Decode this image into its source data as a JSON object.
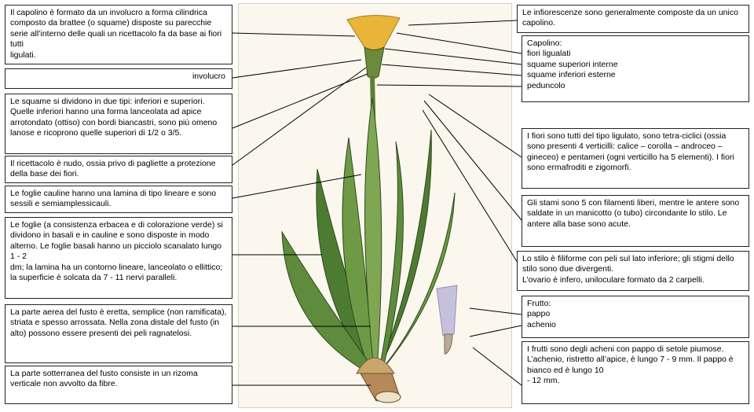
{
  "boxes": {
    "capolino_desc": "Il capolino è formato da un involucro a forma cilindrica composto da brattee (o squame) disposte su parecchie serie all’interno delle quali un ricettacolo fa da base ai fiori tutti\nligulati.",
    "involucro": "involucro",
    "squame": "Le squame si dividono in due tipi: inferiori e superiori. Quelle inferiori hanno una forma lanceolata ad apice arrotondato (ottiso) con bordi biancastri, sono più omeno lanose e ricoprono quelle superiori di 1/2 o 3/5.",
    "ricettacolo": "Il ricettacolo è nudo, ossia privo di pagliette a protezione della base dei fiori.",
    "foglie_cauline": "Le foglie cauline hanno una lamina di tipo lineare e sono sessili  e semiamplessicauli.",
    "foglie": "Le foglie (a consistenza erbacea e di colorazione verde) si dividono in basali e in cauline e sono disposte in modo alterno. Le foglie basali hanno un picciolo scanalato lungo 1 - 2\ndm; la lamina ha un contorno lineare, lanceolato o ellittico; la superficie è solcata da 7 - 11 nervi paralleli.",
    "fusto": " La parte aerea del fusto è eretta, semplice (non ramificata), striata e spesso arrossata. Nella zona distale del fusto (in alto) possono essere presenti dei peli ragnatelosi.",
    "rizoma": "La parte sotterranea del fusto consiste in un rizoma verticale non avvolto da fibre.",
    "infiorescenze": "Le infiorescenze sono generalmente composte da un unico capolino.",
    "capolino_parts": "Capolino:\nfiori ligualati\nsquame superiori interne\nsquame inferiori esterne\npeduncolo",
    "fiori": "I fiori sono tutti del tipo ligulato, sono tetra-ciclici (ossia sono presenti 4 verticilli: calice – corolla – androceo – gineceo) e pentameri (ogni verticillo ha 5 elementi). I fiori sono ermafroditi e zigomorfi.",
    "stami": "Gli stami sono 5 con filamenti liberi, mentre le antere sono saldate in un manicotto (o tubo) circondante lo stilo. Le antere alla base sono acute.",
    "stilo": "Lo stilo è filiforme con peli sul lato inferiore; gli stigmi dello stilo sono due divergenti.\nL’ovario è infero, uniloculare formato da 2 carpelli.",
    "frutto": "Frutto:\npappo\nachenio",
    "frutti": "I frutti sono degli acheni con pappo di setole piumose. L’achenio, ristretto all’apice, è lungo 7 - 9 mm. Il pappo è bianco ed è lungo 10\n - 12 mm."
  },
  "colors": {
    "leaf_dark": "#3f6b2a",
    "leaf_light": "#7fa653",
    "flower": "#e8b53a",
    "rhizome": "#b58a5a",
    "pappus": "#9a90b8",
    "line": "#000000"
  }
}
